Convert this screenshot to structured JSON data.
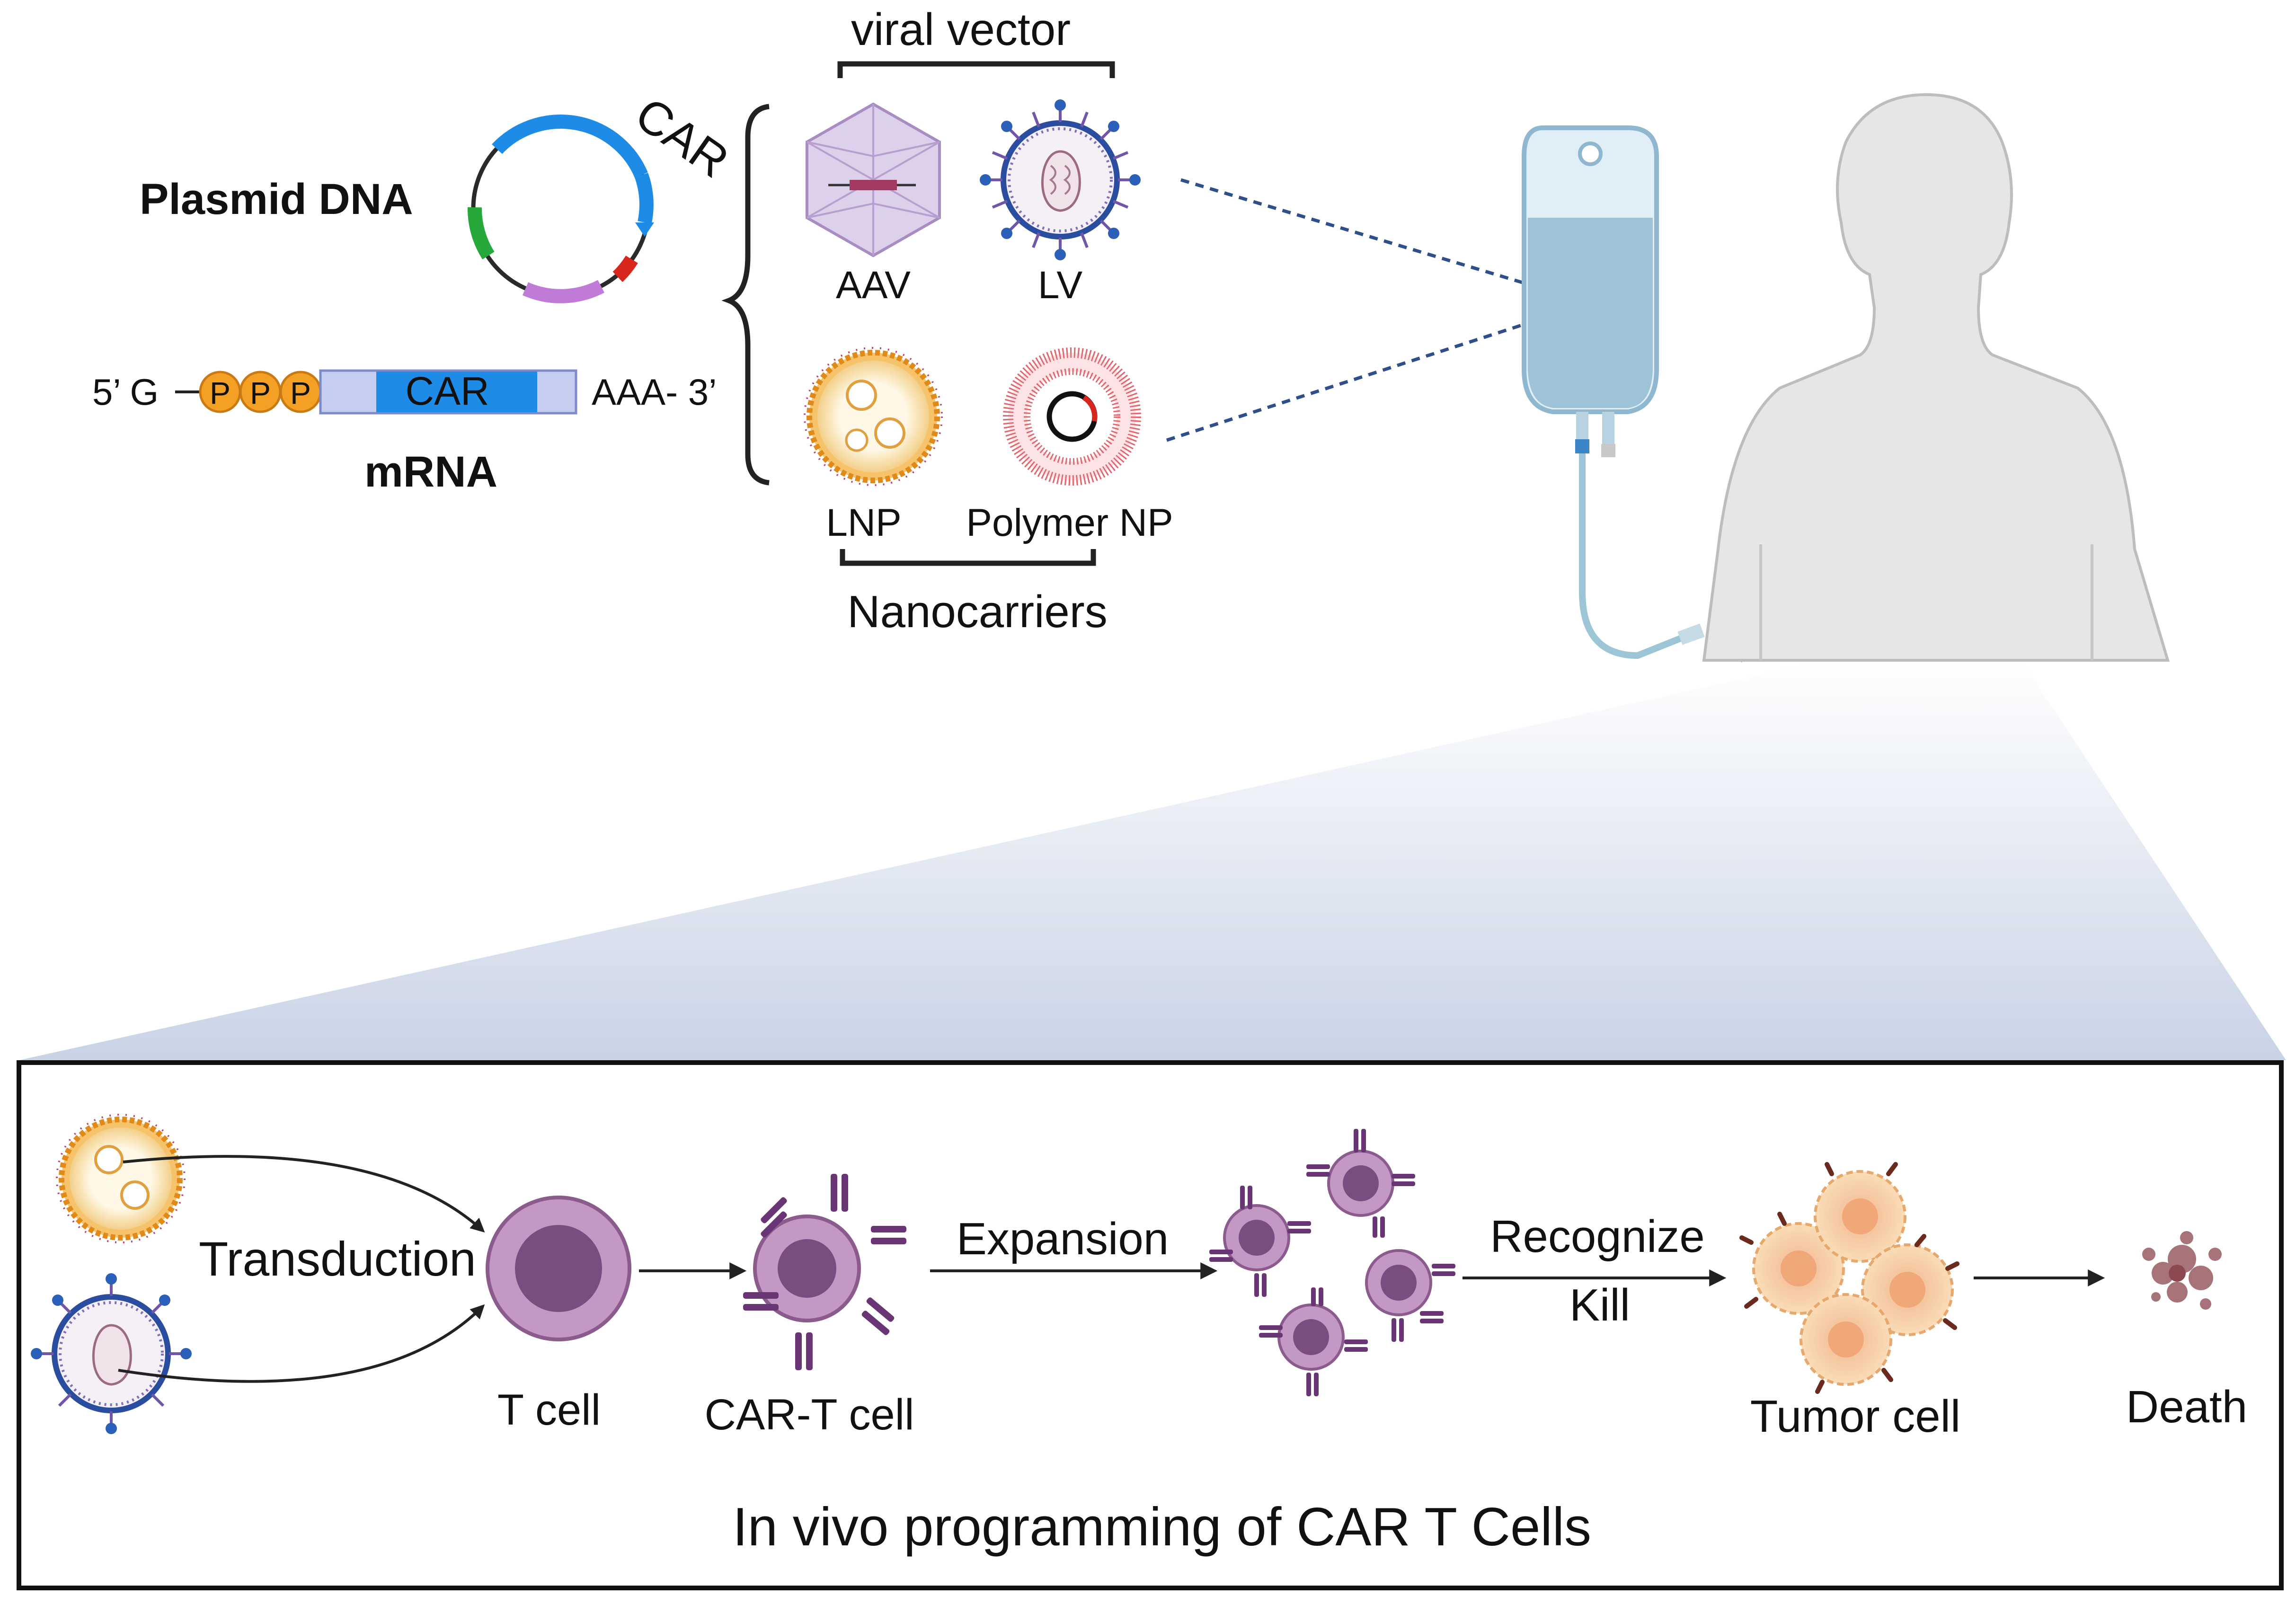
{
  "top": {
    "plasmid_label": "Plasmid DNA",
    "plasmid_car_label": "CAR",
    "mrna": {
      "five_prime": "5’ G",
      "cap_letter": "P",
      "car_label": "CAR",
      "three_prime": "AAA- 3’",
      "label": "mRNA"
    },
    "viral_vector_label": "viral vector",
    "aav_label": "AAV",
    "lv_label": "LV",
    "lnp_label": "LNP",
    "polymer_np_label": "Polymer NP",
    "nanocarriers_label": "Nanocarriers"
  },
  "bottom": {
    "transduction_label": "Transduction",
    "t_cell_label": "T cell",
    "car_t_cell_label": "CAR-T cell",
    "expansion_label": "Expansion",
    "recognize_label": "Recognize",
    "kill_label": "Kill",
    "tumor_cell_label": "Tumor cell",
    "death_label": "Death",
    "caption": "In vivo programming of CAR T Cells"
  },
  "colors": {
    "plasmid_blue": "#1e8ce6",
    "plasmid_green": "#27a83a",
    "plasmid_purple": "#c07ad8",
    "plasmid_red": "#d8261c",
    "cap_orange": "#f4a024",
    "aav_lilac": "#cdb9de",
    "lv_blue": "#2b4da0",
    "lnp_orange": "#e89a2a",
    "polymer_red": "#e0686e",
    "tcell_purple": "#a57aa6",
    "tcell_nucleus": "#7a4d80",
    "tumor_peach": "#f5cfa0",
    "iv_bag_blue": "#9ec3d8",
    "dashed_line": "#2f4f8a"
  }
}
